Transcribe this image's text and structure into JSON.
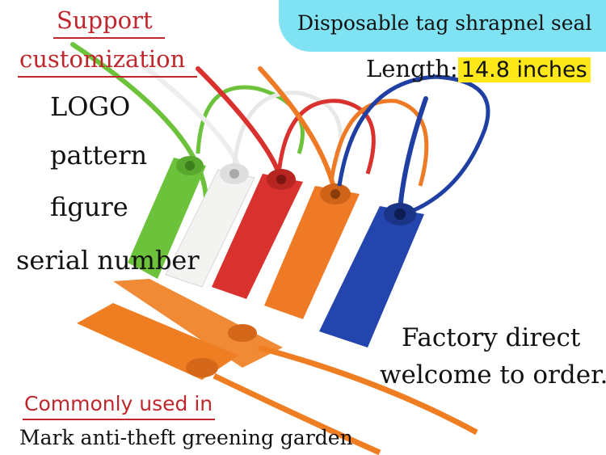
{
  "banner": {
    "title": "Disposable tag shrapnel seal",
    "color": "#7fe3f4"
  },
  "length": {
    "label": "Length:",
    "value": "14.8 inches",
    "highlight_color": "#ffe81a"
  },
  "customization": {
    "heading_line1": "Support",
    "heading_line2": "customization",
    "options": [
      "LOGO",
      "pattern",
      "figure",
      "serial number"
    ],
    "heading_color": "#c0272d"
  },
  "factory": {
    "line1": "Factory direct",
    "line2": "welcome to order."
  },
  "usage": {
    "heading": "Commonly used in",
    "text": "Mark anti-theft greening garden"
  },
  "tag_colors": [
    "#6cc23a",
    "#f0f0ee",
    "#d9312d",
    "#ee7a25",
    "#1f3fa3",
    "#ef7d22"
  ]
}
